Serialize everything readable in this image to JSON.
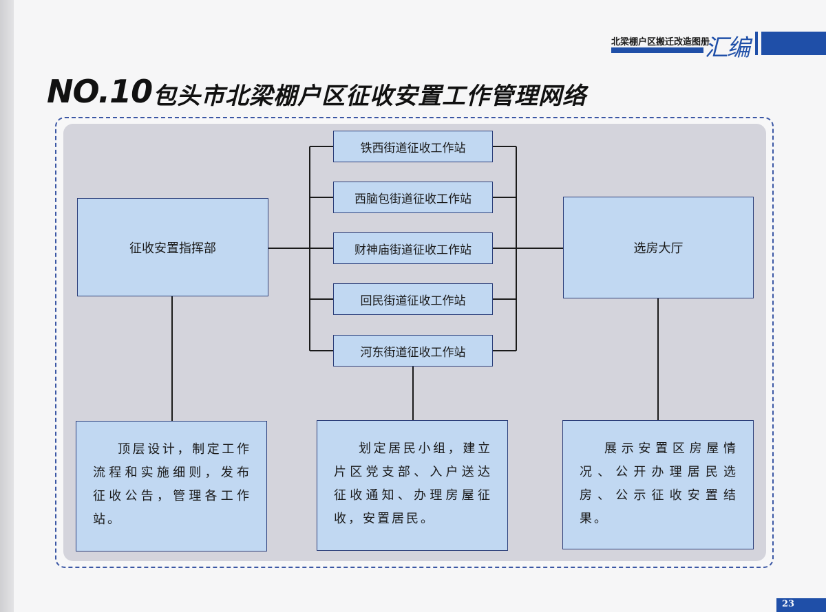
{
  "header": {
    "book_title": "北梁棚户区搬迁改造图册",
    "book_logo": "汇编"
  },
  "title": {
    "number": "NO.10",
    "text": "包头市北梁棚户区征收安置工作管理网络"
  },
  "diagram": {
    "left_node": "征收安置指挥部",
    "right_node": "选房大厅",
    "stations": [
      "铁西街道征收工作站",
      "西脑包街道征收工作站",
      "财神庙街道征收工作站",
      "回民街道征收工作站",
      "河东街道征收工作站"
    ],
    "descriptions": {
      "left": "顶层设计，制定工作流程和实施细则，发布征收公告，管理各工作站。",
      "center": "划定居民小组，建立片区党支部、入户送达征收通知、办理房屋征收，安置居民。",
      "right": "展示安置区房屋情况、公开办理居民选房、公示征收安置结果。"
    }
  },
  "footer": {
    "page_number": "23"
  },
  "colors": {
    "box_fill": "#c1d8f2",
    "box_border": "#2b3e7a",
    "accent_blue": "#1f4fa8",
    "panel_bg": "#d4d4dc"
  }
}
